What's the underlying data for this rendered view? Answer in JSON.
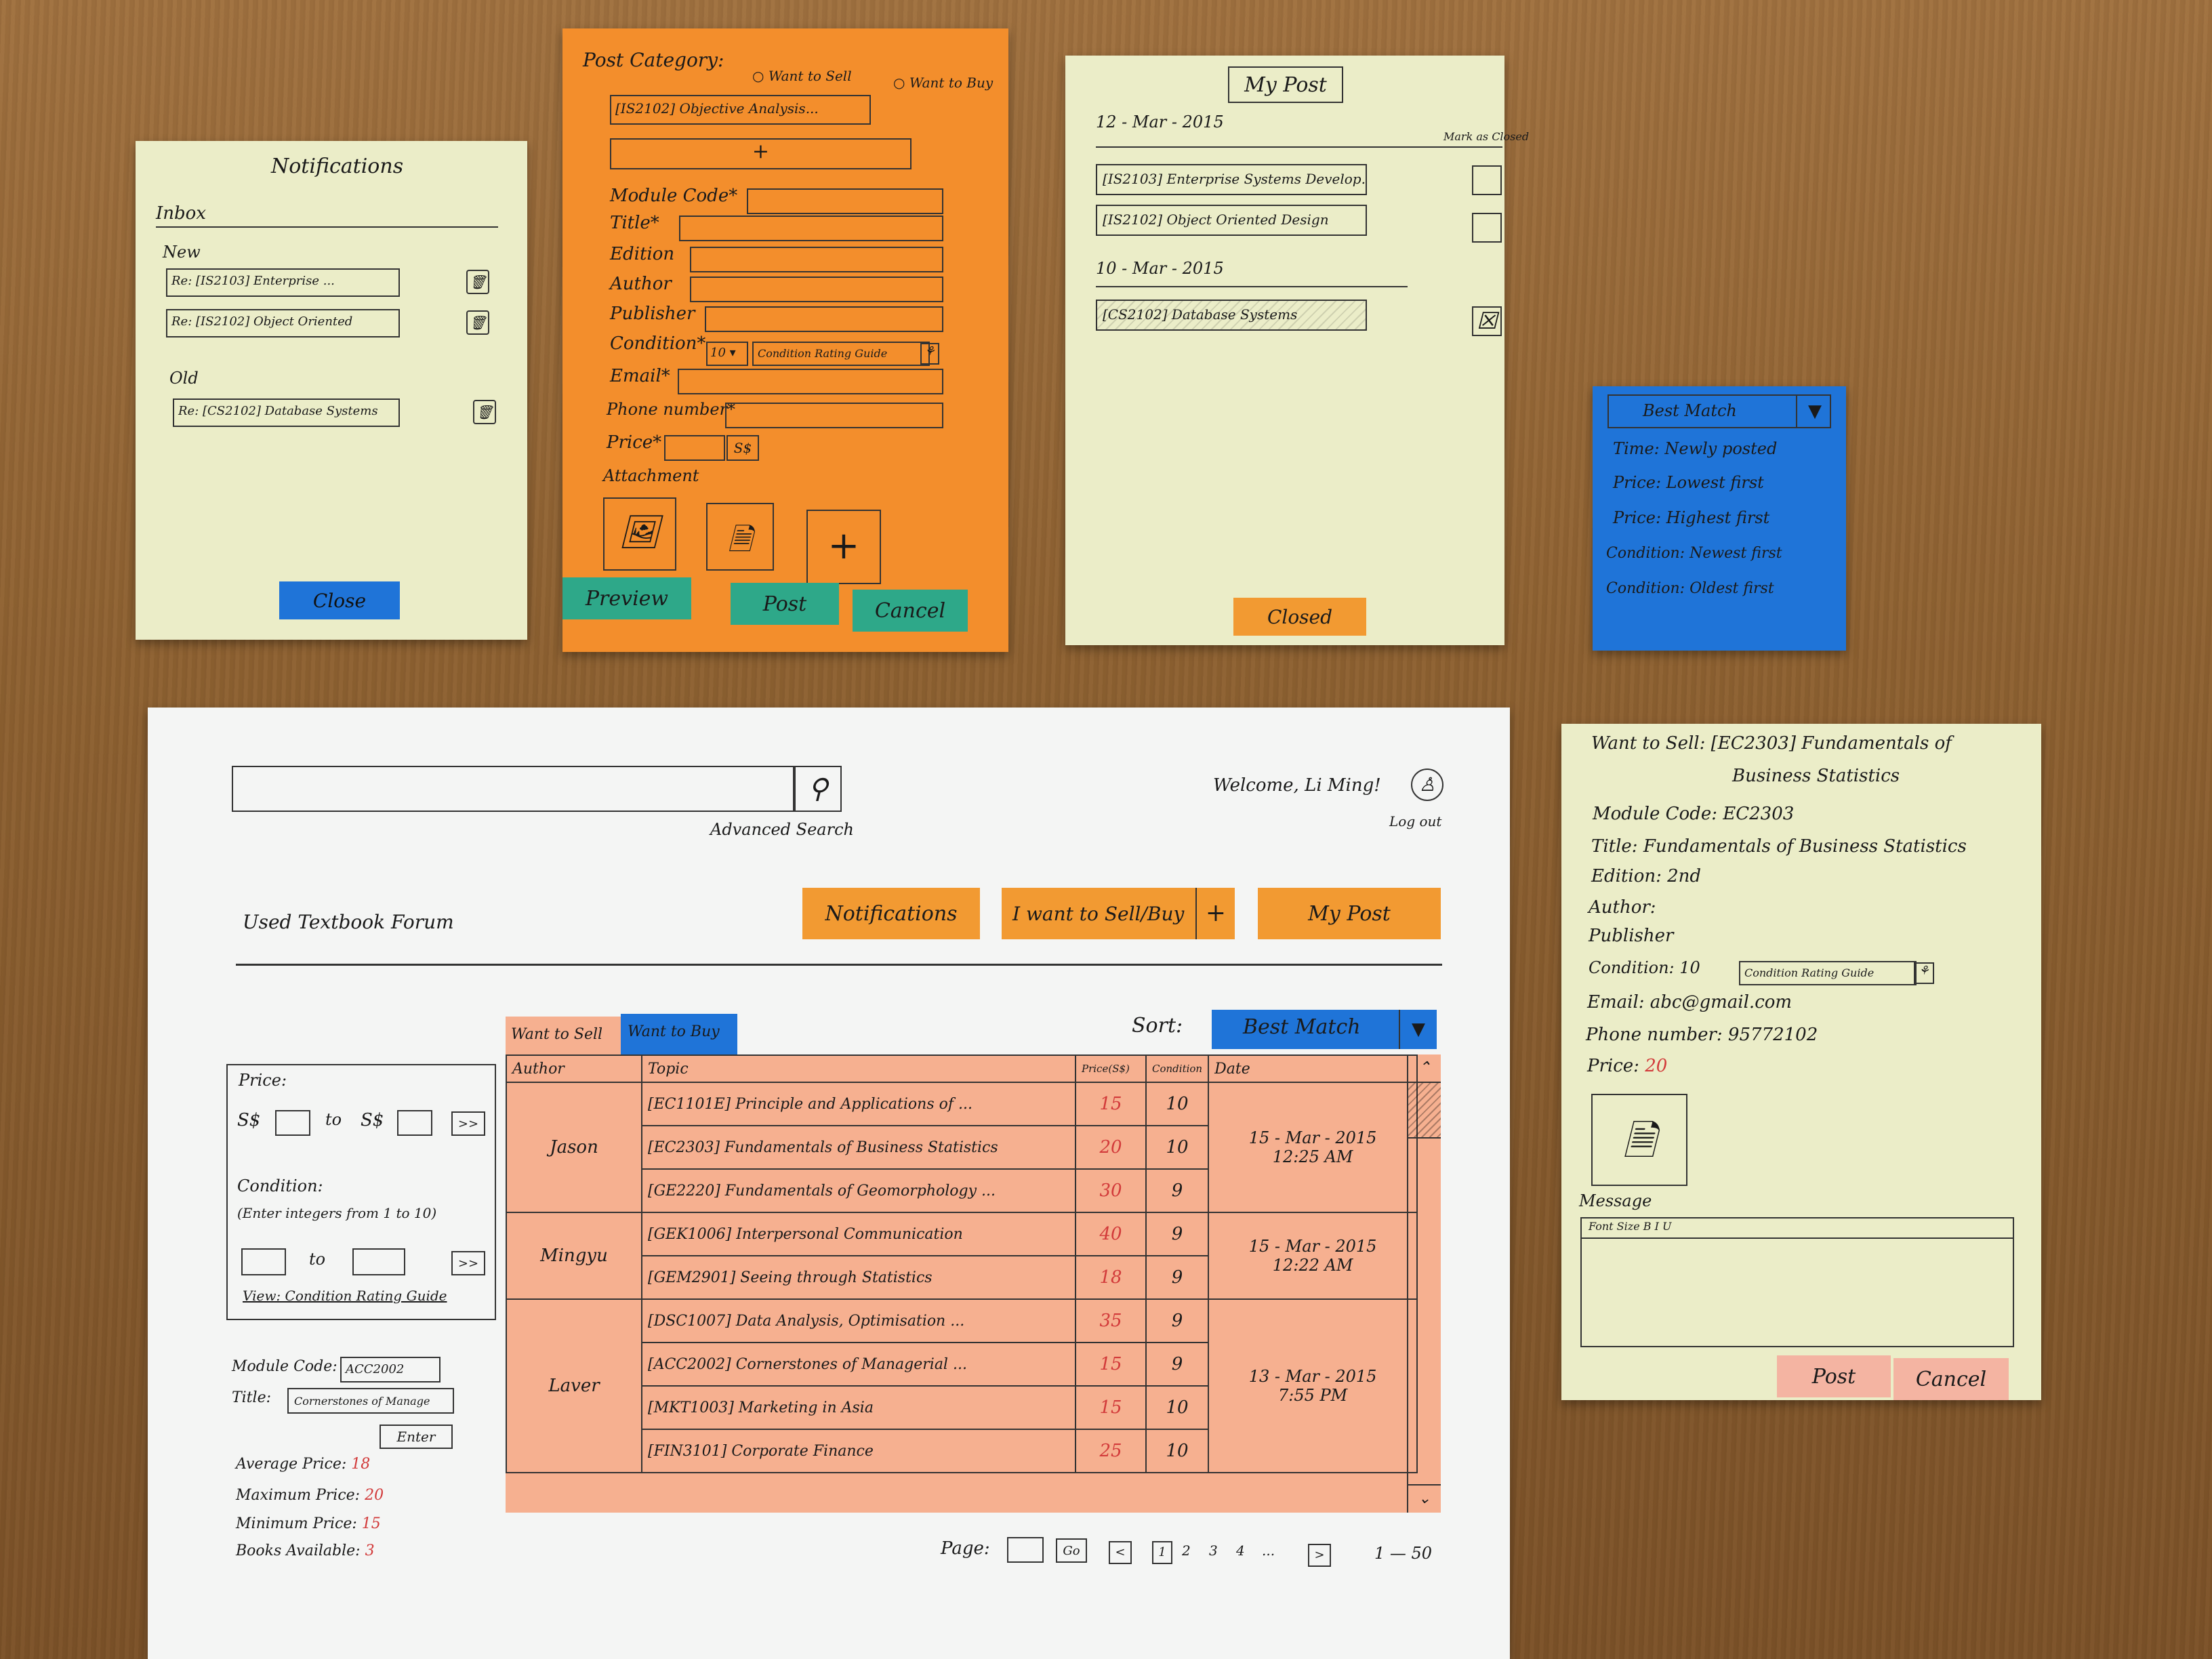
{
  "notifications": {
    "title": "Notifications",
    "inbox_label": "Inbox",
    "new_label": "New",
    "new_items": [
      "Re: [IS2103] Enterprise ...",
      "Re: [IS2102] Object Oriented"
    ],
    "old_label": "Old",
    "old_items": [
      "Re: [CS2102] Database Systems"
    ],
    "close_label": "Close"
  },
  "post_form": {
    "category_label": "Post Category:",
    "option_sell": "Want to Sell",
    "option_buy": "Want to Buy",
    "module_dropdown": "[IS2102] Objective Analysis...",
    "add_symbol": "+",
    "fields": [
      "Module Code*",
      "Title*",
      "Edition",
      "Author",
      "Publisher"
    ],
    "condition_label": "Condition*",
    "condition_value": "10",
    "condition_guide": "Condition Rating Guide",
    "email_label": "Email*",
    "phone_label": "Phone number*",
    "price_label": "Price*",
    "price_unit": "S$",
    "attachment_label": "Attachment",
    "preview_label": "Preview",
    "post_label": "Post",
    "cancel_label": "Cancel"
  },
  "my_post": {
    "title": "My Post",
    "mark_closed_label": "Mark as Closed",
    "groups": [
      {
        "date": "12 - Mar - 2015",
        "items": [
          {
            "text": "[IS2103] Enterprise Systems Develop...",
            "closed": false
          },
          {
            "text": "[IS2102] Object Oriented Design",
            "closed": false
          }
        ]
      },
      {
        "date": "10 - Mar - 2015",
        "items": [
          {
            "text": "[CS2102] Database Systems",
            "closed": true
          }
        ]
      }
    ],
    "close_label": "Closed"
  },
  "sort_menu": {
    "header": "Best Match",
    "options": [
      "Time: Newly posted",
      "Price: Lowest first",
      "Price: Highest first",
      "Condition: Newest first",
      "Condition: Oldest first"
    ]
  },
  "main": {
    "search_placeholder": "",
    "advanced_search": "Advanced Search",
    "welcome": "Welcome, Li Ming!",
    "logout": "Log out",
    "forum_title": "Used Textbook Forum",
    "btn_notifications": "Notifications",
    "btn_sell_buy": "I want to Sell/Buy",
    "btn_sell_buy_plus": "+",
    "btn_my_post": "My Post",
    "tab_sell": "Want to Sell",
    "tab_buy": "Want to Buy",
    "sort_label": "Sort:",
    "sort_value": "Best Match",
    "filter": {
      "price_label": "Price:",
      "currency": "S$",
      "to": "to",
      "go": ">>",
      "condition_label": "Condition:",
      "condition_hint": "(Enter integers from 1 to 10)",
      "view_guide": "View: Condition Rating Guide"
    },
    "stats": {
      "module_code_label": "Module Code:",
      "module_code_value": "ACC2002",
      "title_label": "Title:",
      "title_value": "Cornerstones of Manage",
      "enter_label": "Enter",
      "average_label": "Average Price:",
      "average_value": "18",
      "max_label": "Maximum Price:",
      "max_value": "20",
      "min_label": "Minimum Price:",
      "min_value": "15",
      "books_label": "Books Available:",
      "books_value": "3"
    },
    "columns": [
      "Author",
      "Topic",
      "Price(S$)",
      "Condition",
      "Date"
    ],
    "groups": [
      {
        "author": "Jason",
        "date": "15 - Mar - 2015",
        "time": "12:25 AM",
        "rows": [
          {
            "topic": "[EC1101E] Principle and Applications of ...",
            "price": "15",
            "condition": "10"
          },
          {
            "topic": "[EC2303] Fundamentals of Business Statistics",
            "price": "20",
            "condition": "10"
          },
          {
            "topic": "[GE2220] Fundamentals of Geomorphology ...",
            "price": "30",
            "condition": "9"
          }
        ]
      },
      {
        "author": "Mingyu",
        "date": "15 - Mar - 2015",
        "time": "12:22 AM",
        "rows": [
          {
            "topic": "[GEK1006] Interpersonal Communication",
            "price": "40",
            "condition": "9"
          },
          {
            "topic": "[GEM2901] Seeing through Statistics",
            "price": "18",
            "condition": "9"
          }
        ]
      },
      {
        "author": "Laver",
        "date": "13 - Mar - 2015",
        "time": "7:55 PM",
        "rows": [
          {
            "topic": "[DSC1007] Data Analysis, Optimisation ...",
            "price": "35",
            "condition": "9"
          },
          {
            "topic": "[ACC2002] Cornerstones of Managerial ...",
            "price": "15",
            "condition": "9"
          },
          {
            "topic": "[MKT1003] Marketing in Asia",
            "price": "15",
            "condition": "10"
          },
          {
            "topic": "[FIN3101] Corporate Finance",
            "price": "25",
            "condition": "10"
          }
        ]
      }
    ],
    "pagination": {
      "label": "Page:",
      "go": "Go",
      "prev": "<",
      "pages": [
        "1",
        "2",
        "3",
        "4",
        "..."
      ],
      "next": ">",
      "range": "1 — 50"
    }
  },
  "detail": {
    "title_line1": "Want to Sell: [EC2303] Fundamentals of",
    "title_line2": "Business Statistics",
    "module_code": "Module Code: EC2303",
    "title": "Title: Fundamentals of Business Statistics",
    "edition": "Edition: 2nd",
    "author": "Author:",
    "publisher": "Publisher",
    "condition": "Condition: 10",
    "condition_guide": "Condition Rating Guide",
    "email": "Email: abc@gmail.com",
    "phone": "Phone number: 95772102",
    "price_label": "Price:",
    "price_value": "20",
    "message_label": "Message",
    "toolbar": "Font Size  B  I  U",
    "post_label": "Post",
    "cancel_label": "Cancel"
  }
}
